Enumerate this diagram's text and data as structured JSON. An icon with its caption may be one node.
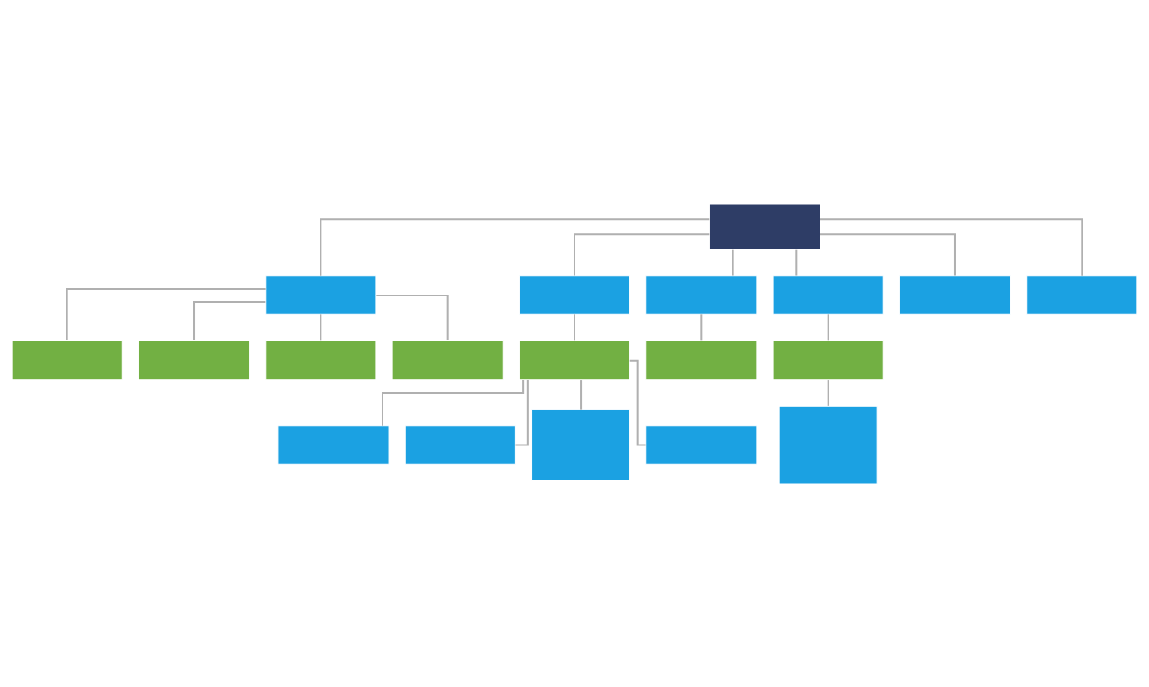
{
  "diagram": {
    "nodes": [
      {
        "text": [],
        "shape": "box"
      },
      {
        "text": [],
        "shape": "box"
      },
      {
        "text": [],
        "shape": "box"
      },
      {
        "text": [],
        "shape": "box"
      },
      {
        "text": [],
        "shape": "box"
      },
      {
        "text": [],
        "shape": "box"
      },
      {
        "text": [],
        "shape": "box"
      },
      {
        "text": [],
        "shape": "box"
      },
      {
        "text": [],
        "shape": "box"
      },
      {
        "text": [],
        "shape": "box"
      },
      {
        "text": [],
        "shape": "box"
      },
      {
        "text": [],
        "shape": "box"
      },
      {
        "text": [],
        "shape": "box"
      },
      {
        "text": [],
        "shape": "box"
      },
      {
        "text": [],
        "shape": "box"
      },
      {
        "text": [],
        "shape": "box"
      },
      {
        "text": [],
        "shape": "box"
      },
      {
        "text": [],
        "shape": "box"
      },
      {
        "text": [],
        "shape": "box"
      }
    ],
    "edges": [
      {
        "from": 0,
        "to": 1,
        "arrow": "none"
      },
      {
        "from": 0,
        "to": 2,
        "arrow": "none"
      },
      {
        "from": 0,
        "to": 3,
        "arrow": "none"
      },
      {
        "from": 0,
        "to": 4,
        "arrow": "none"
      },
      {
        "from": 0,
        "to": 5,
        "arrow": "none"
      },
      {
        "from": 0,
        "to": 6,
        "arrow": "none"
      },
      {
        "from": 1,
        "to": 7,
        "arrow": "none"
      },
      {
        "from": 1,
        "to": 8,
        "arrow": "none"
      },
      {
        "from": 1,
        "to": 9,
        "arrow": "none"
      },
      {
        "from": 1,
        "to": 10,
        "arrow": "none"
      },
      {
        "from": 2,
        "to": 11,
        "arrow": "none"
      },
      {
        "from": 11,
        "to": 12,
        "arrow": "none"
      },
      {
        "from": 11,
        "to": 13,
        "arrow": "none"
      },
      {
        "from": 11,
        "to": 14,
        "arrow": "none"
      },
      {
        "from": 11,
        "to": 15,
        "arrow": "none"
      },
      {
        "from": 3,
        "to": 16,
        "arrow": "none"
      },
      {
        "from": 4,
        "to": 17,
        "arrow": "none"
      },
      {
        "from": 17,
        "to": 18,
        "arrow": "none"
      }
    ]
  }
}
